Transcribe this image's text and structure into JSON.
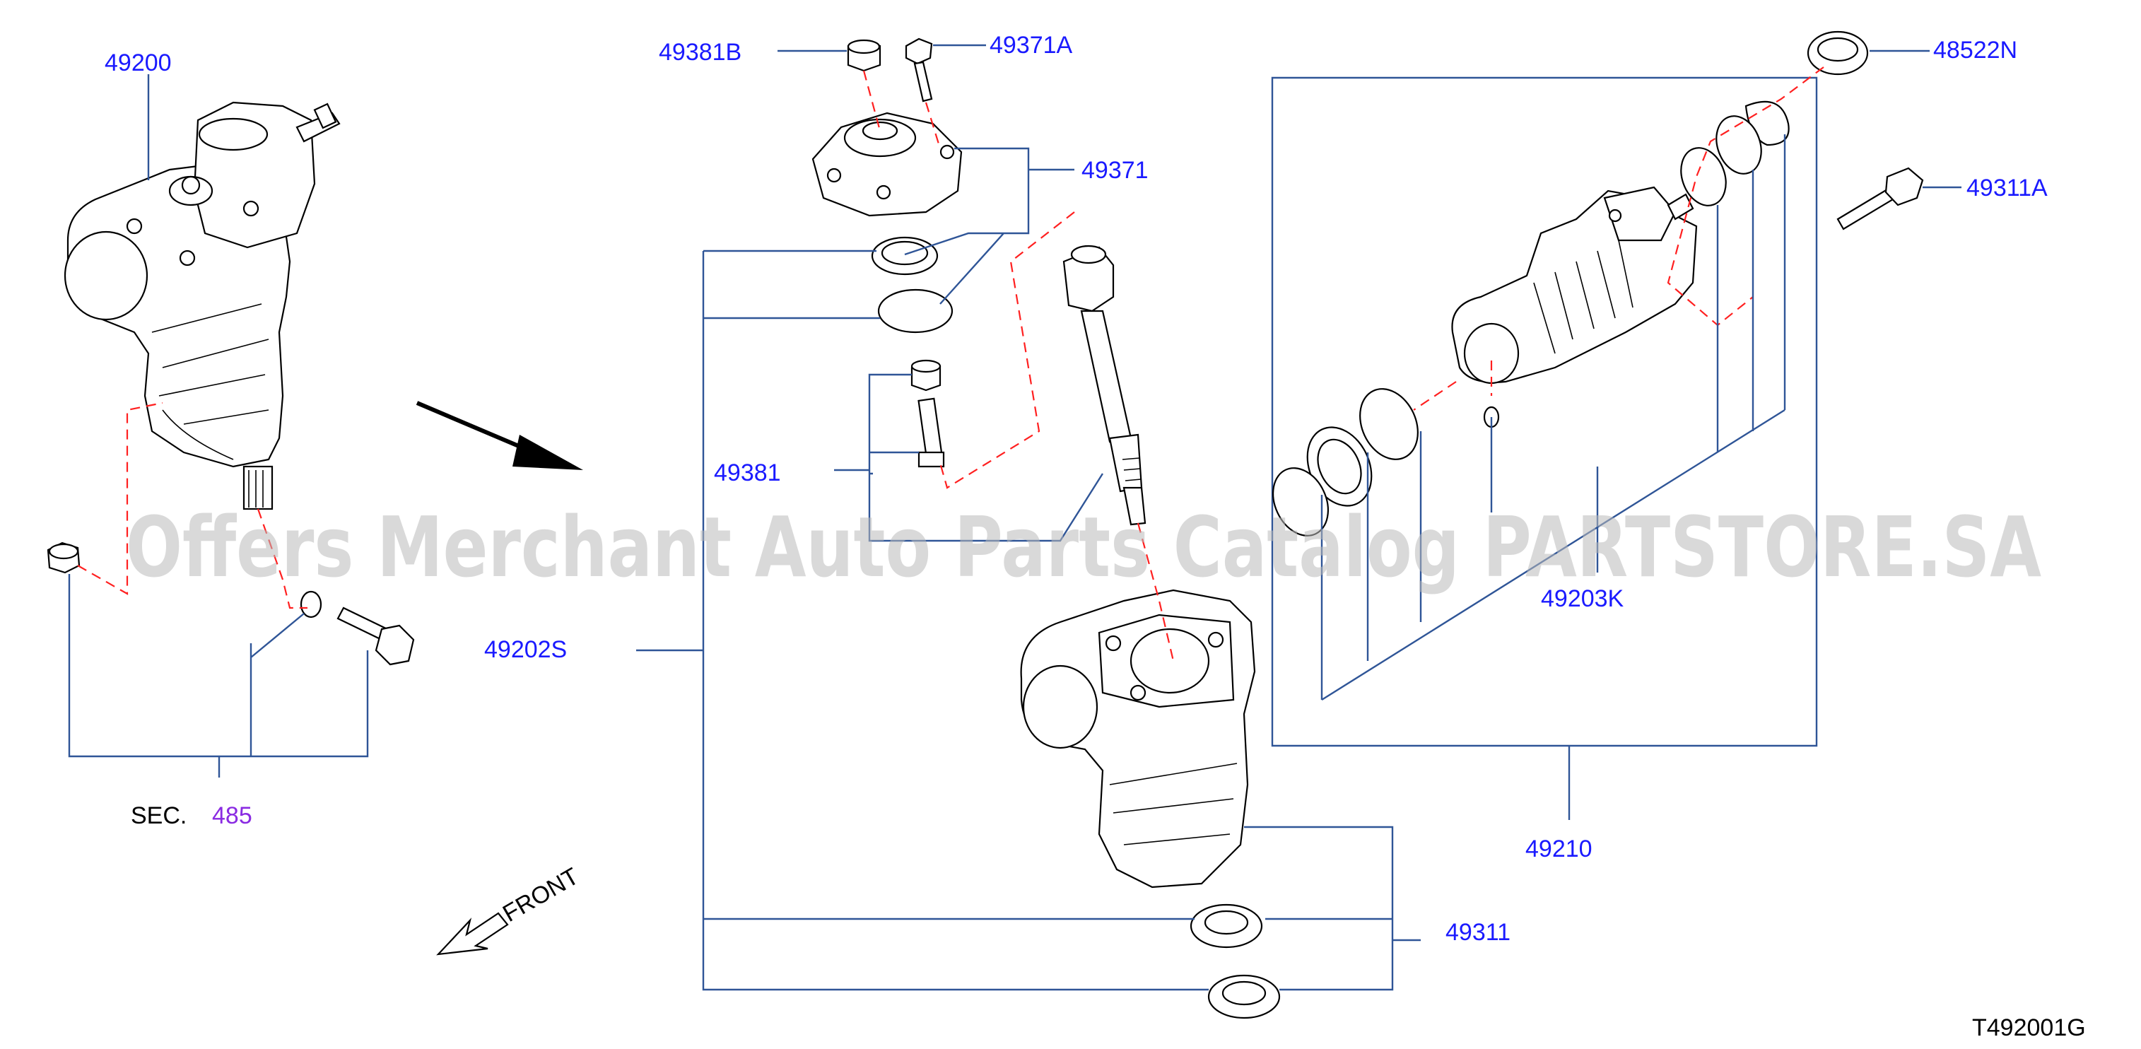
{
  "labels": {
    "p49200": "49200",
    "p49381B": "49381B",
    "p49371A": "49371A",
    "p49371": "49371",
    "p49381": "49381",
    "p49202S": "49202S",
    "p48522N": "48522N",
    "p49311A": "49311A",
    "p49203K": "49203K",
    "p49210": "49210",
    "p49311": "49311"
  },
  "section": {
    "prefix": "SEC.",
    "number": "485"
  },
  "front": {
    "text": "FRONT"
  },
  "watermark": {
    "text": "Offers Merchant Auto Parts Catalog PARTSTORE.SA"
  },
  "diagram_code": "T492001G",
  "colors": {
    "label": "#1a1aff",
    "leader": "#2f5597",
    "dashed_guide": "#ff2020",
    "section_link": "#8a2be2",
    "watermark": "#b9b9b9"
  }
}
